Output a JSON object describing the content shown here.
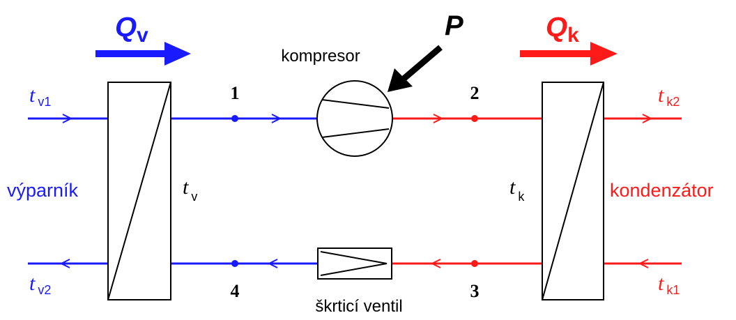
{
  "colors": {
    "cold": "#1a1aff",
    "hot": "#ff1a1a",
    "line": "#000000"
  },
  "heat_in": {
    "symbol": "Q",
    "subscript": "v"
  },
  "heat_out": {
    "symbol": "Q",
    "subscript": "k"
  },
  "power": {
    "symbol": "P"
  },
  "compressor": {
    "label": "kompresor"
  },
  "valve": {
    "label": "škrticí ventil"
  },
  "evaporator": {
    "label": "výparník",
    "temp_symbol": "t",
    "temp_sub": "v",
    "inlet_symbol": "t",
    "inlet_sub": "v1",
    "outlet_symbol": "t",
    "outlet_sub": "v2"
  },
  "condenser": {
    "label": "kondenzátor",
    "temp_symbol": "t",
    "temp_sub": "k",
    "outlet_symbol": "t",
    "outlet_sub": "k2",
    "inlet_symbol": "t",
    "inlet_sub": "k1"
  },
  "state_points": {
    "p1": "1",
    "p2": "2",
    "p3": "3",
    "p4": "4"
  }
}
